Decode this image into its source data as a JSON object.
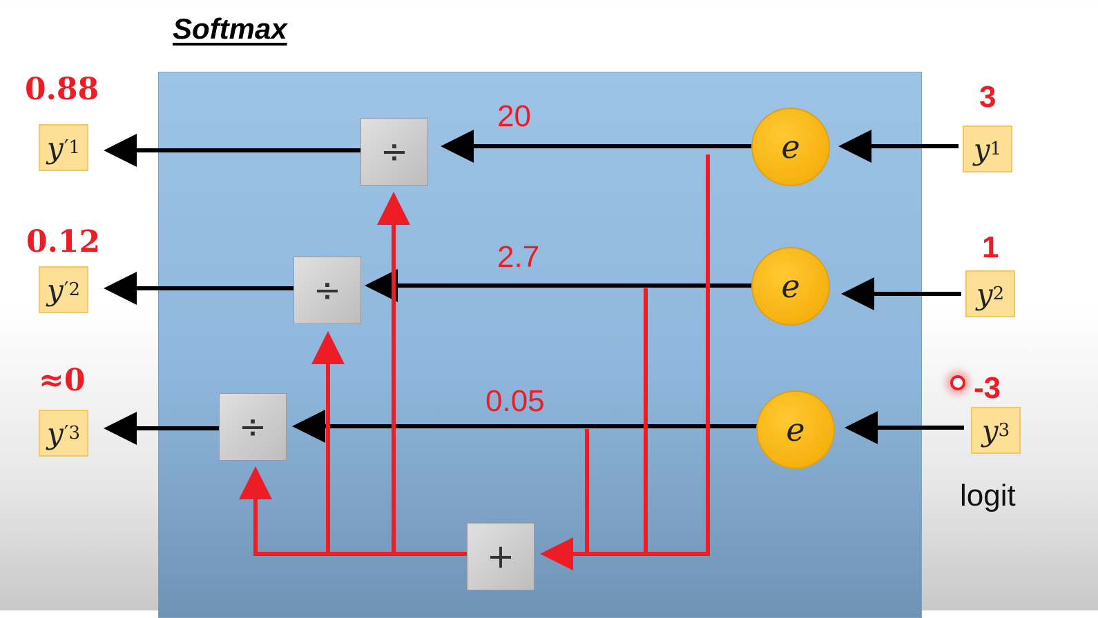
{
  "title": "Softmax",
  "outputs": [
    {
      "value": "0.88",
      "label": "y",
      "sub": "1",
      "prime": "′"
    },
    {
      "value": "0.12",
      "label": "y",
      "sub": "2",
      "prime": "′"
    },
    {
      "value": "≈0",
      "label": "y",
      "sub": "3",
      "prime": "′"
    }
  ],
  "inputs": [
    {
      "value": "3",
      "label": "y",
      "sub": "1"
    },
    {
      "value": "1",
      "label": "y",
      "sub": "2"
    },
    {
      "value": "-3",
      "label": "y",
      "sub": "3"
    }
  ],
  "exp_values": [
    "20",
    "2.7",
    "0.05"
  ],
  "exp_symbol": "e",
  "divide_symbol": "÷",
  "sum_symbol": "+",
  "input_caption": "logit",
  "colors": {
    "arrow_black": "#000000",
    "arrow_red": "#ee1c24",
    "panel": "#9dc3e6",
    "node": "#f3a800",
    "varbox": "#fddf96"
  }
}
